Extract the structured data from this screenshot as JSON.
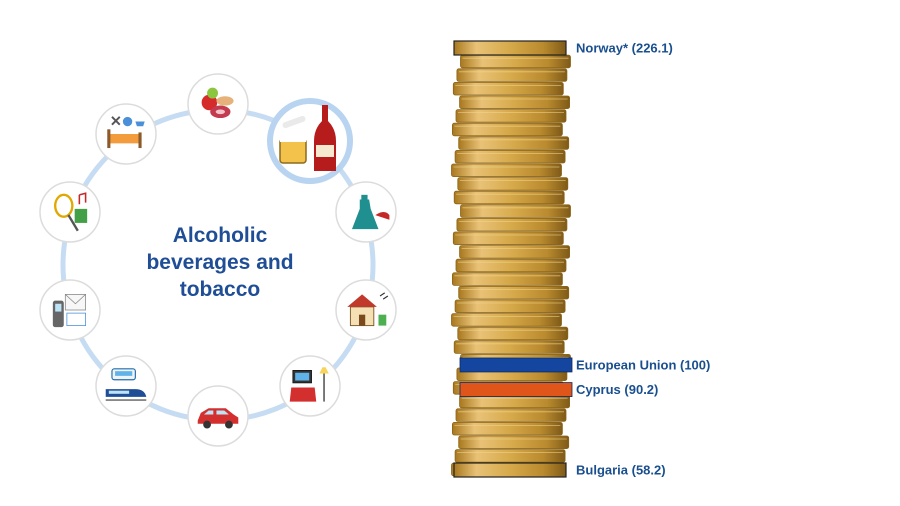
{
  "center_title": {
    "line1": "Alcoholic",
    "line2": "beverages and",
    "line3": "tobacco"
  },
  "categories": [
    {
      "icon": "food-icon",
      "selected": false
    },
    {
      "icon": "alcohol-tobacco-icon",
      "selected": true
    },
    {
      "icon": "clothing-footwear-icon",
      "selected": false
    },
    {
      "icon": "housing-icon",
      "selected": false
    },
    {
      "icon": "furnishings-icon",
      "selected": false
    },
    {
      "icon": "car-icon",
      "selected": false
    },
    {
      "icon": "transport-icon",
      "selected": false
    },
    {
      "icon": "communication-icon",
      "selected": false
    },
    {
      "icon": "recreation-icon",
      "selected": false
    },
    {
      "icon": "restaurants-hotels-icon",
      "selected": false
    }
  ],
  "chart_data": {
    "type": "bar",
    "series": [
      {
        "label": "Norway* (226.1)",
        "value": 226.1
      },
      {
        "label": "European Union (100)",
        "value": 100
      },
      {
        "label": "Cyprus (90.2)",
        "value": 90.2
      },
      {
        "label": "Bulgaria (58.2)",
        "value": 58.2
      }
    ],
    "colors": {
      "coin": "#d6a94a",
      "coin_dark": "#a87820",
      "eu": "#1446a0",
      "cyprus": "#e0561a",
      "label": "#1a4f8f"
    }
  }
}
